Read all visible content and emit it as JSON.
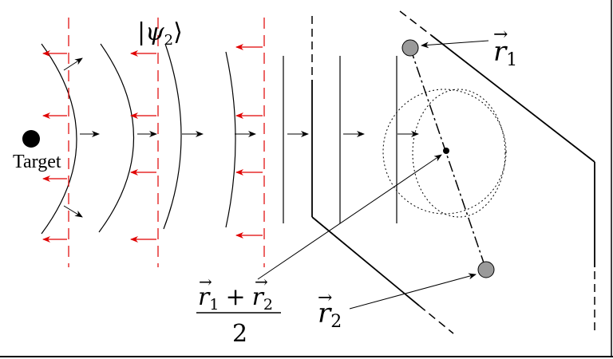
{
  "labels": {
    "target": "Target",
    "psi_ket": "|ψ₂⟩",
    "psi_letter": "ψ",
    "psi_sub": "2",
    "ket_open": "|",
    "ket_close": "⟩",
    "r1_base": "r",
    "r1_sub": "1",
    "r2_base": "r",
    "r2_sub": "2",
    "midpoint_numerator_r1": "r",
    "midpoint_numerator_sub1": "1",
    "midpoint_plus": "+",
    "midpoint_numerator_r2": "r",
    "midpoint_numerator_sub2": "2",
    "midpoint_denominator": "2",
    "vector_arrow": "→"
  },
  "colors": {
    "ink": "#000000",
    "red": "#e00000",
    "particle_fill": "#9a9a9a"
  }
}
